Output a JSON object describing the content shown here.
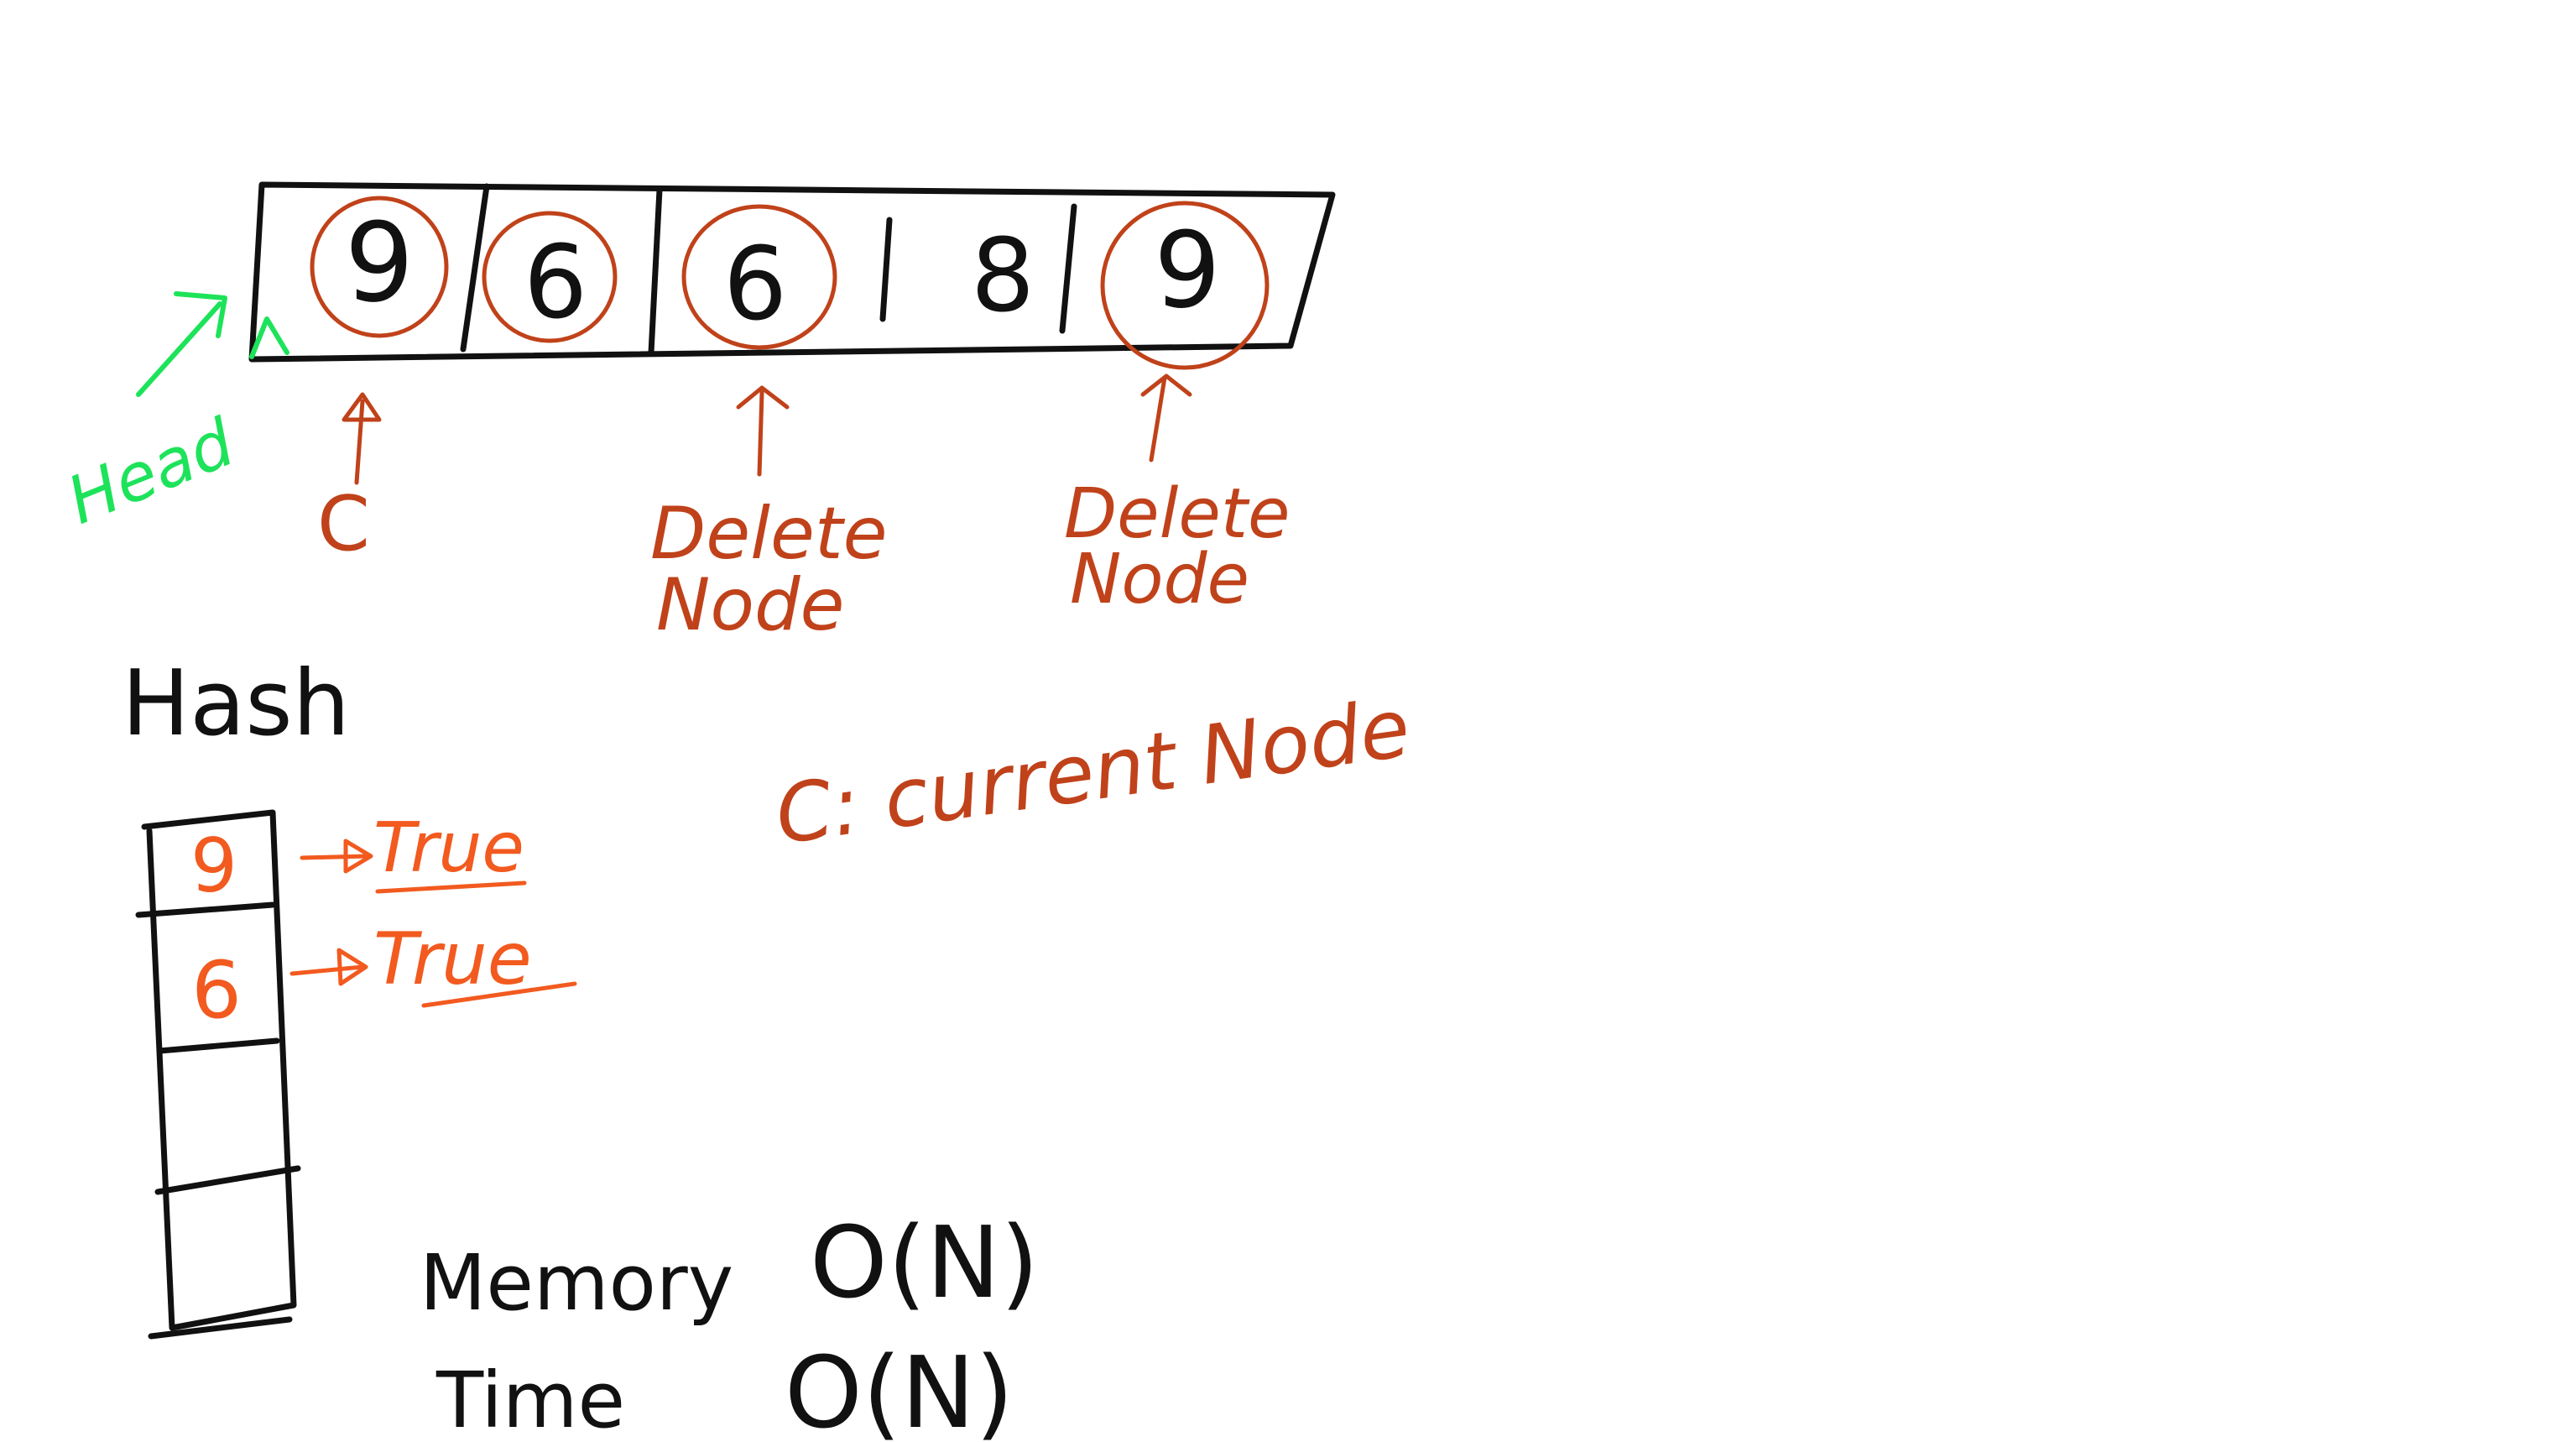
{
  "linked_list": {
    "values": [
      "9",
      "6",
      "6",
      "8",
      "9"
    ],
    "circled": [
      true,
      true,
      true,
      false,
      true
    ]
  },
  "head_label": "Head",
  "pointer_labels": {
    "current": "C",
    "delete_1_line1": "Delete",
    "delete_1_line2": "Node",
    "delete_2_line1": "Delete",
    "delete_2_line2": "Node"
  },
  "legend": "C: current Node",
  "hash": {
    "title": "Hash",
    "keys": [
      "9",
      "6",
      "",
      ""
    ],
    "values": [
      "True",
      "True"
    ]
  },
  "complexity": {
    "memory_label": "Memory",
    "memory_value": "O(N)",
    "time_label": "Time",
    "time_value": "O(N)"
  },
  "colors": {
    "ink": "#111111",
    "annotation_red": "#c0421a",
    "hash_orange": "#f25a1f",
    "head_green": "#1de35a"
  }
}
